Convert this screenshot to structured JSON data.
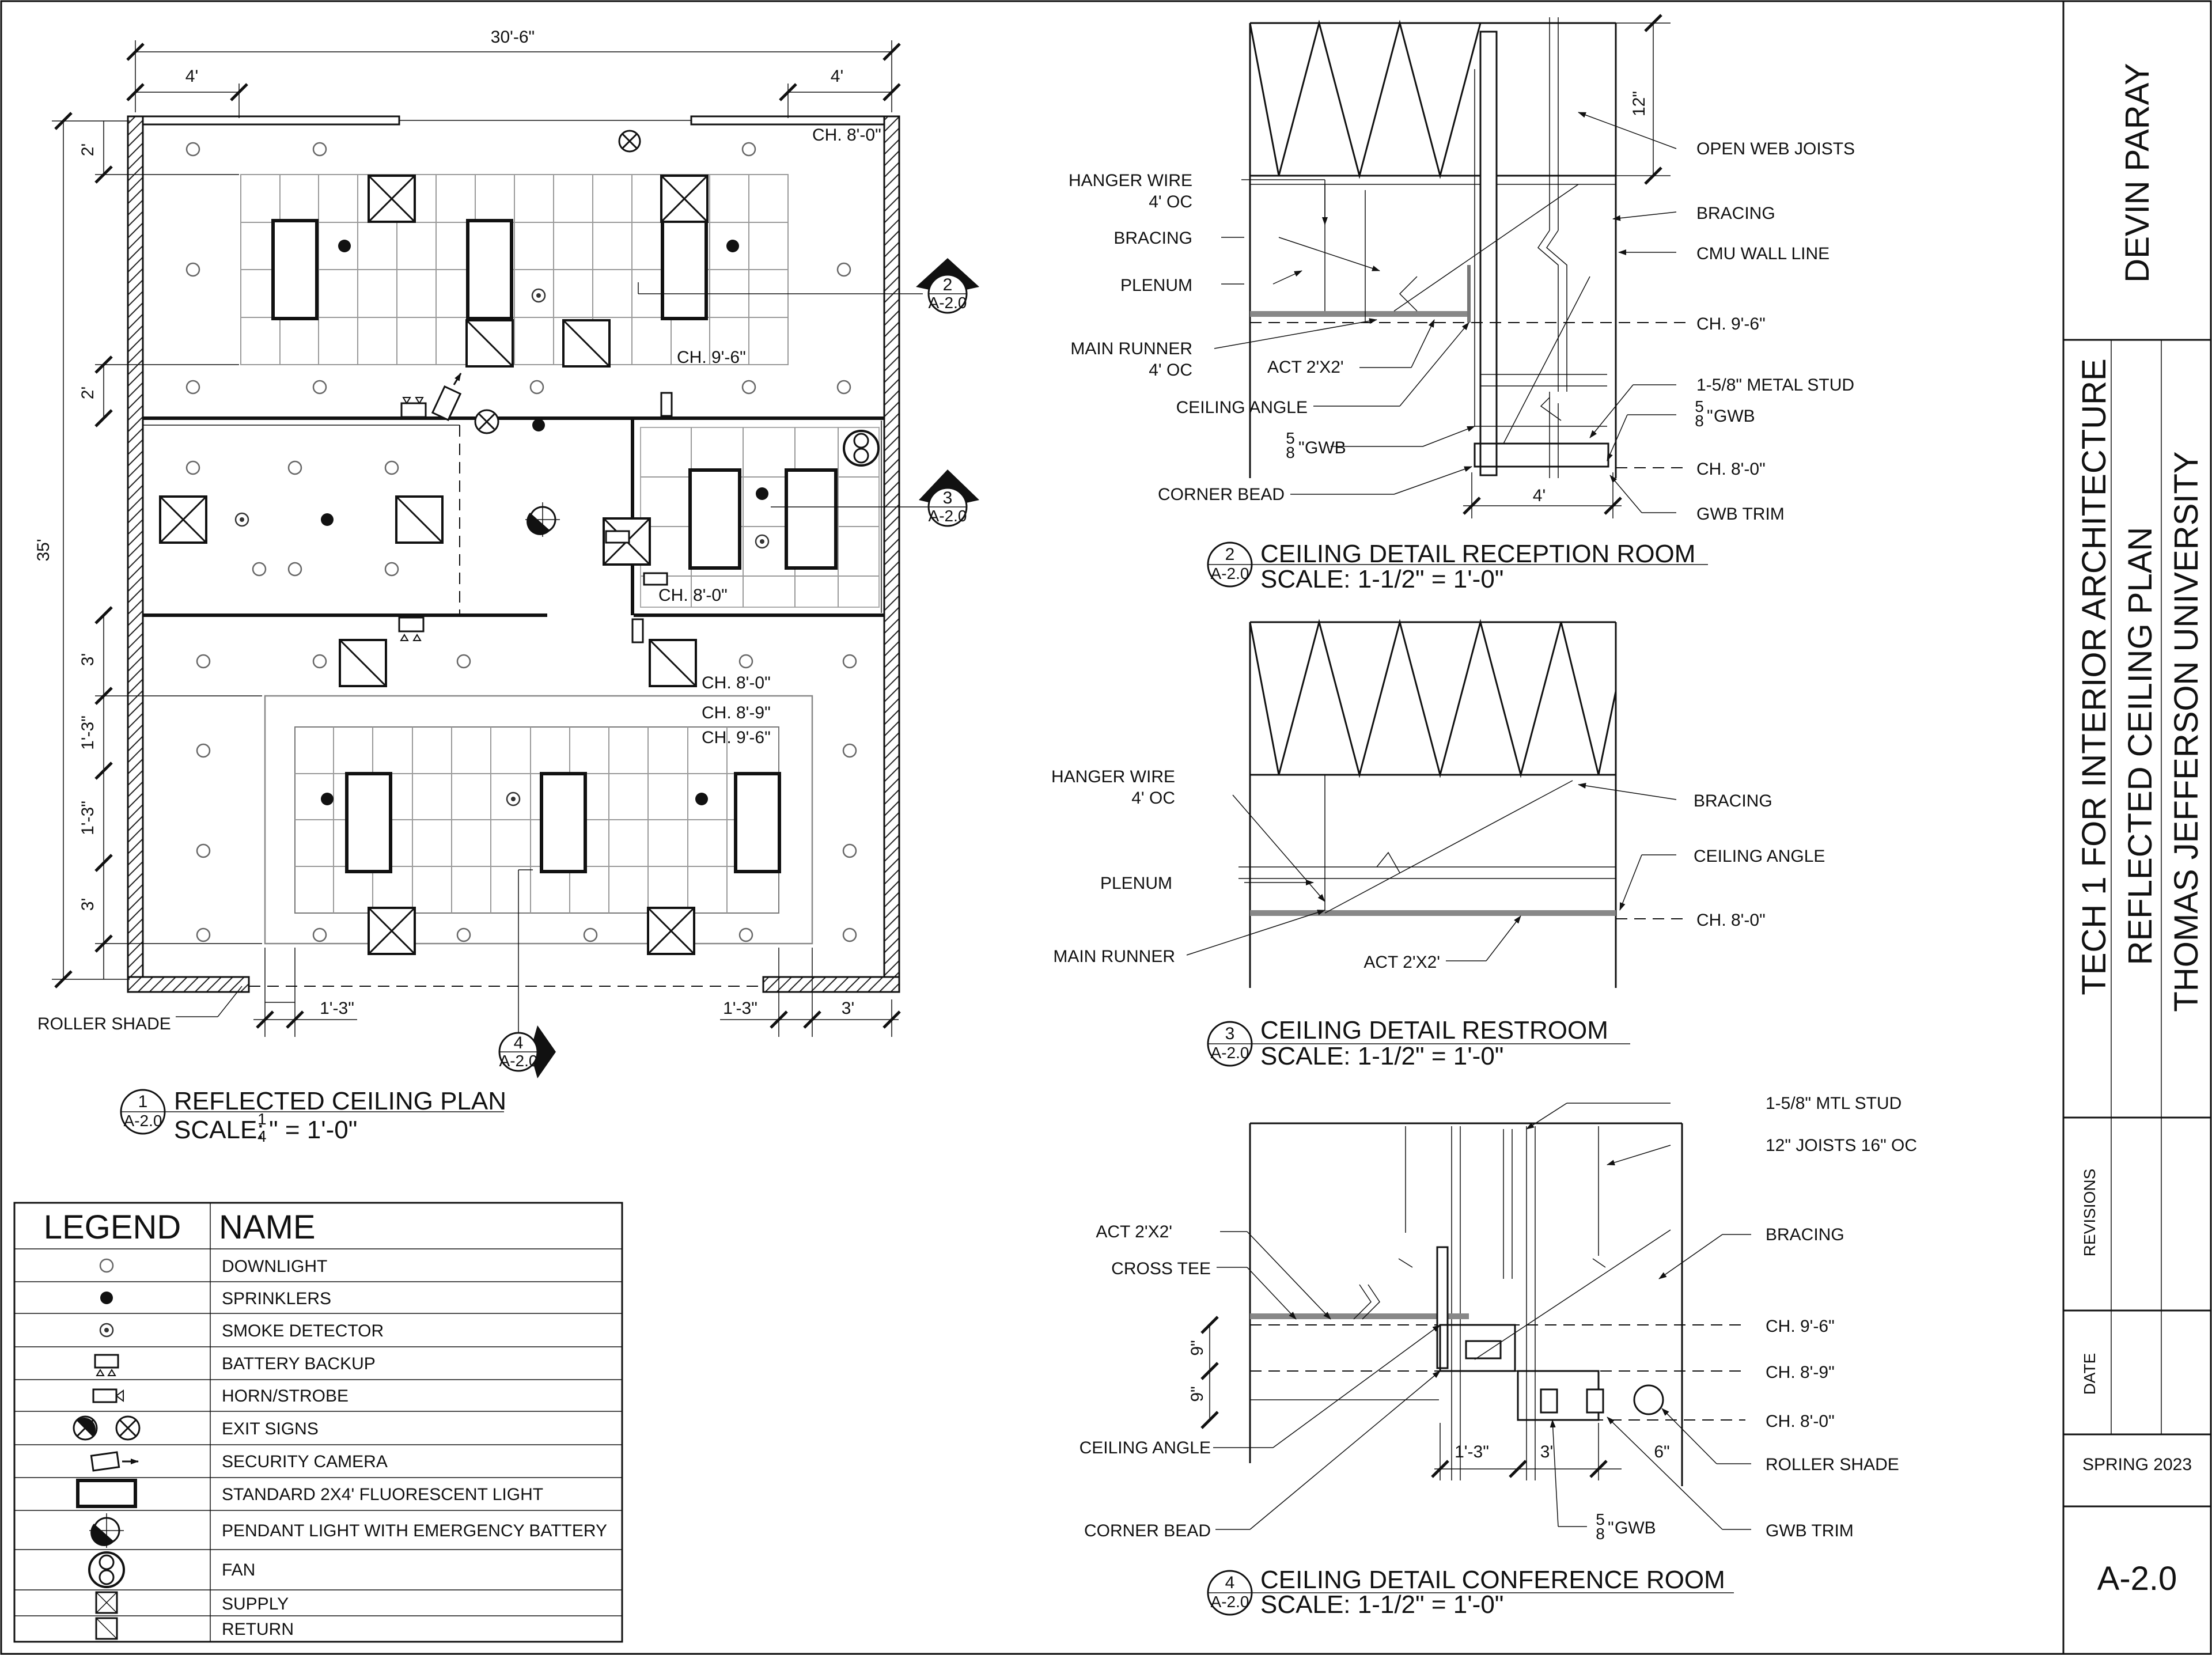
{
  "plan": {
    "dims": {
      "overall_width": "30'-6\"",
      "left_offset": "4'",
      "right_offset": "4'",
      "overall_depth": "35'",
      "top_2a": "2'",
      "top_2b": "2'",
      "bottom_3a": "3'",
      "bottom_13a": "1'-3\"",
      "bottom_13b": "1'-3\"",
      "bottom_3b": "3'",
      "bottom_left_13": "1'-3\"",
      "bottom_right_13": "1'-3\"",
      "bottom_right_3": "3'"
    },
    "heights": {
      "reception_ch1": "CH. 8'-0\"",
      "reception_ch2": "CH. 9'-6\"",
      "restroom_ch": "CH. 8'-0\"",
      "conf_ch1": "CH. 8'-0\"",
      "conf_ch2": "CH. 8'-9\"",
      "conf_ch3": "CH. 9'-6\""
    },
    "roller_shade": "ROLLER SHADE",
    "callout2": {
      "num": "2",
      "sheet": "A-2.0"
    },
    "callout3": {
      "num": "3",
      "sheet": "A-2.0"
    },
    "callout4": {
      "num": "4",
      "sheet": "A-2.0"
    },
    "title": {
      "num": "1",
      "sheet": "A-2.0",
      "name": "REFLECTED CEILING PLAN",
      "scale_prefix": "SCALE: ",
      "scale_num": "1",
      "scale_den": "4",
      "scale_suffix": "\" = 1'-0\""
    }
  },
  "legend": {
    "col1": "LEGEND",
    "col2": "NAME",
    "items": [
      "DOWNLIGHT",
      "SPRINKLERS",
      "SMOKE DETECTOR",
      "BATTERY BACKUP",
      "HORN/STROBE",
      "EXIT SIGNS",
      "SECURITY CAMERA",
      "STANDARD 2X4' FLUORESCENT LIGHT",
      "PENDANT LIGHT WITH EMERGENCY BATTERY",
      "FAN",
      "SUPPLY",
      "RETURN"
    ]
  },
  "detail2": {
    "labels": {
      "open_web": "OPEN WEB JOISTS",
      "bracing_r": "BRACING",
      "cmu": "CMU WALL LINE",
      "ch96": "CH. 9'-6\"",
      "stud": "1-5/8\" METAL STUD",
      "gwb_r": "GWB",
      "ch80": "CH. 8'-0\"",
      "gwb_trim": "GWB TRIM",
      "hanger1": "HANGER WIRE",
      "hanger2": "4' OC",
      "bracing_l": "BRACING",
      "plenum": "PLENUM",
      "main1": "MAIN RUNNER",
      "main2": "4' OC",
      "act": "ACT 2'X2'",
      "angle": "CEILING ANGLE",
      "gwb_l": "GWB",
      "corner": "CORNER BEAD",
      "dim12": "12\"",
      "dim4": "4'",
      "frac_num": "5",
      "frac_den": "8",
      "frac_q": "\""
    },
    "title": {
      "num": "2",
      "sheet": "A-2.0",
      "name": "CEILING DETAIL RECEPTION ROOM",
      "scale": "SCALE: 1-1/2\" = 1'-0\""
    }
  },
  "detail3": {
    "labels": {
      "hanger1": "HANGER WIRE",
      "hanger2": "4' OC",
      "plenum": "PLENUM",
      "main": "MAIN RUNNER",
      "bracing": "BRACING",
      "angle": "CEILING ANGLE",
      "ch80": "CH. 8'-0\"",
      "act": "ACT 2'X2'"
    },
    "title": {
      "num": "3",
      "sheet": "A-2.0",
      "name": "CEILING DETAIL RESTROOM",
      "scale": "SCALE: 1-1/2\" = 1'-0\""
    }
  },
  "detail4": {
    "labels": {
      "stud": "1-5/8\" MTL STUD",
      "joists": "12\" JOISTS 16\" OC",
      "bracing": "BRACING",
      "act": "ACT 2'X2'",
      "cross": "CROSS TEE",
      "ch96": "CH. 9'-6\"",
      "ch89": "CH. 8'-9\"",
      "ch80": "CH. 8'-0\"",
      "roller": "ROLLER SHADE",
      "angle": "CEILING ANGLE",
      "corner": "CORNER BEAD",
      "gwb": "GWB",
      "gwb_trim": "GWB TRIM",
      "d13": "1'-3\"",
      "d3": "3'",
      "d6": "6\"",
      "d9a": "9\"",
      "d9b": "9\"",
      "frac_num": "5",
      "frac_den": "8",
      "frac_q": "\""
    },
    "title": {
      "num": "4",
      "sheet": "A-2.0",
      "name": "CEILING DETAIL CONFERENCE ROOM",
      "scale": "SCALE: 1-1/2\" = 1'-0\""
    }
  },
  "title_block": {
    "name": "DEVIN PARAY",
    "course": "TECH 1 FOR INTERIOR ARCHITECTURE",
    "drawing": "REFLECTED CEILING PLAN",
    "school": "THOMAS JEFFERSON UNIVERSITY",
    "revisions": "REVISIONS",
    "date": "DATE",
    "term": "SPRING 2023",
    "sheet": "A-2.0"
  }
}
